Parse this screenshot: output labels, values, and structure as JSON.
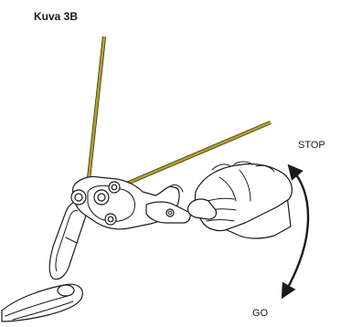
{
  "figure": {
    "title": "Kuva 3B",
    "labels": {
      "stop": "STOP",
      "go": "GO"
    }
  },
  "colors": {
    "rope": "#b3a12d",
    "rope_edge": "#3a3410",
    "ink": "#1a1a1a",
    "arrow": "#1a1a1a"
  },
  "icons": {
    "device": "belay-device-icon",
    "hand": "hand-icon",
    "carabiner": "carabiner-icon",
    "harness": "harness-loop-icon",
    "arrow": "curved-arrow-icon"
  }
}
